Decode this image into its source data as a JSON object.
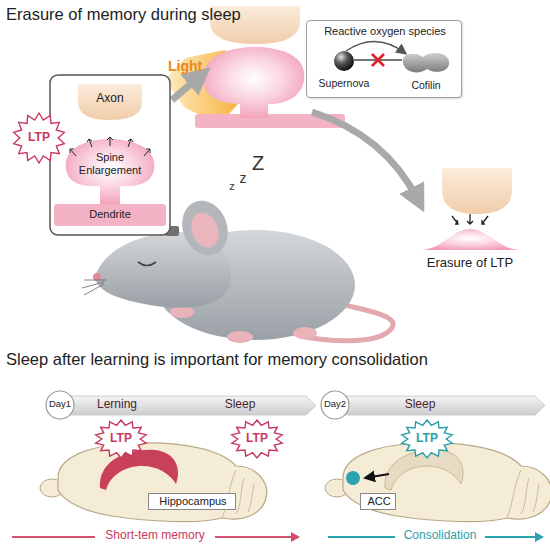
{
  "diagram": {
    "title": "Erasure of memory during sleep",
    "nodes": [
      {
        "text": [
          "Reactive oxygen species"
        ]
      },
      {
        "text": [
          "Supernova"
        ],
        "in": 0
      },
      {
        "text": [
          "Cofilin"
        ],
        "in": 0
      },
      {
        "text": [
          "LTP"
        ]
      },
      {
        "text": [
          "Axon"
        ]
      },
      {
        "text": [
          "Spine Enlargement"
        ]
      },
      {
        "text": [
          "Dendrite"
        ]
      },
      {
        "text": [
          "Day1"
        ]
      },
      {
        "text": [
          "Lerning",
          "Sleep"
        ]
      },
      {
        "text": [
          "LTP"
        ]
      },
      {
        "text": [
          "LTP"
        ]
      },
      {
        "text": [
          "Hippocampus"
        ]
      },
      {
        "text": [
          "Day2"
        ]
      },
      {
        "text": [
          "Sleep"
        ]
      },
      {
        "text": [
          "LTP"
        ]
      },
      {
        "text": [
          "ACC"
        ]
      }
    ],
    "edges": [
      {
        "from": 1,
        "to": 2,
        "arrow": "to"
      }
    ],
    "labels": [
      "Light",
      "z",
      "z",
      "Z",
      "Erasure of LTP",
      "Sleep after learning is important for memory consolidation",
      "Short-tem memory",
      "Consolidation"
    ]
  }
}
